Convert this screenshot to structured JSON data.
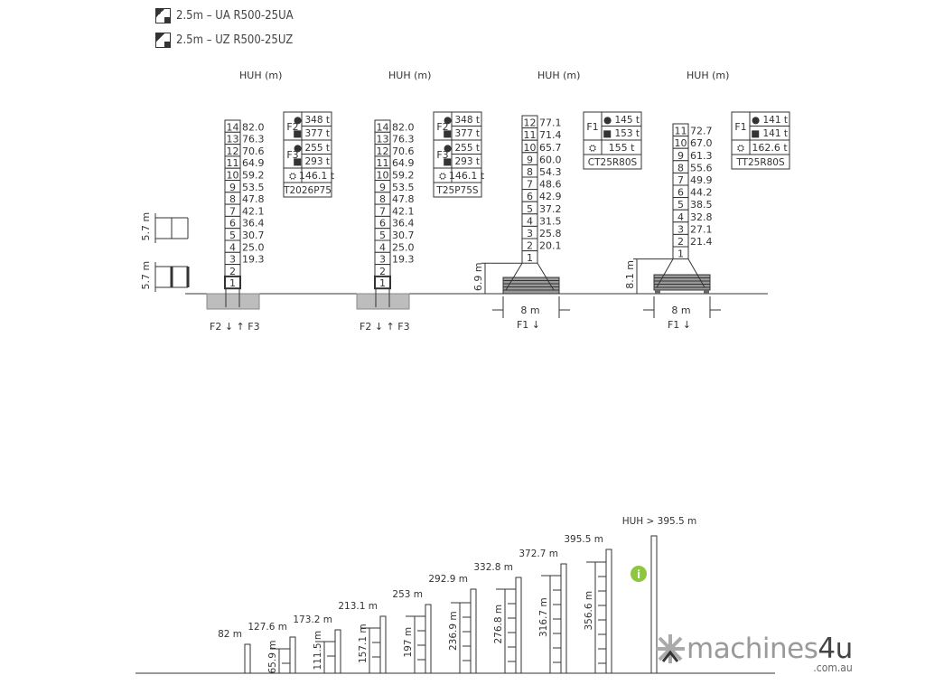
{
  "legend": [
    {
      "text": "2.5m – UA  R500-25UA"
    },
    {
      "text": "2.5m – UZ  R500-25UZ"
    }
  ],
  "huh_label": "HUH (m)",
  "segment_dim": "5.7 m",
  "towers": [
    {
      "model": "T2026P75",
      "heights": [
        "19.3",
        "25.0",
        "30.7",
        "36.4",
        "42.1",
        "47.8",
        "53.5",
        "59.2",
        "64.9",
        "70.6",
        "76.3",
        "82.0"
      ],
      "segments": 14,
      "rows": [
        {
          "f": "F2",
          "a": "● 348 t",
          "b": "■ 377 t"
        },
        {
          "f": "F3",
          "a": "● 255 t",
          "b": "■ 293 t"
        }
      ],
      "weight": "146.1 t",
      "forces": "F2 ↓ ↑ F3"
    },
    {
      "model": "T25P75S",
      "heights": [
        "19.3",
        "25.0",
        "30.7",
        "36.4",
        "42.1",
        "47.8",
        "53.5",
        "59.2",
        "64.9",
        "70.6",
        "76.3",
        "82.0"
      ],
      "segments": 14,
      "rows": [
        {
          "f": "F2",
          "a": "● 348 t",
          "b": "■ 377 t"
        },
        {
          "f": "F3",
          "a": "● 255 t",
          "b": "■ 293 t"
        }
      ],
      "weight": "146.1 t",
      "forces": "F2 ↓ ↑ F3"
    },
    {
      "model": "CT25R80S",
      "heights": [
        "20.1",
        "25.8",
        "31.5",
        "37.2",
        "42.9",
        "48.6",
        "54.3",
        "60.0",
        "65.7",
        "71.4",
        "77.1"
      ],
      "segments": 12,
      "rows": [
        {
          "f": "F1",
          "a": "● 145 t",
          "b": "■ 153 t"
        }
      ],
      "weight": "155 t",
      "base_height": "6.9 m",
      "base_width": "8 m",
      "forces": "F1 ↓"
    },
    {
      "model": "TT25R80S",
      "heights": [
        "21.4",
        "27.1",
        "32.8",
        "38.5",
        "44.2",
        "49.9",
        "55.6",
        "61.3",
        "67.0",
        "72.7"
      ],
      "segments": 11,
      "rows": [
        {
          "f": "F1",
          "a": "● 141 t",
          "b": "■ 141 t"
        }
      ],
      "weight": "162.6 t",
      "base_height": "8.1 m",
      "base_width": "8 m",
      "forces": "F1 ↓"
    }
  ],
  "climbing": {
    "heights": [
      "82 m",
      "127.6 m",
      "173.2 m",
      "213.1 m",
      "253 m",
      "292.9 m",
      "332.8 m",
      "372.7 m",
      "395.5 m"
    ],
    "tie_heights": [
      "65.9 m",
      "111.5 m",
      "157.1 m",
      "197 m",
      "236.9 m",
      "276.8 m",
      "316.7 m",
      "356.6 m"
    ],
    "max_label": "HUH > 395.5 m",
    "info_color": "#8dc63f"
  },
  "logo": {
    "name_a": "machines",
    "name_b": "4u",
    "domain": ".com.au"
  }
}
